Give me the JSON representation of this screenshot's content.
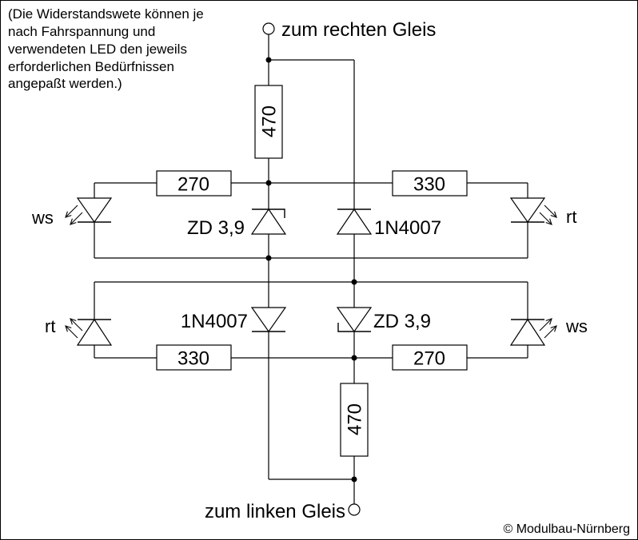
{
  "note": {
    "lines": [
      "(Die Widerstandswete können je",
      "nach Fahrspannung und",
      "verwendeten LED den jeweils",
      "erforderlichen Bedürfnissen",
      "angepaßt werden.)"
    ]
  },
  "terminals": {
    "right_track": "zum rechten Gleis",
    "left_track": "zum linken Gleis"
  },
  "upper_circuit": {
    "resistor_series": "470",
    "resistor_left": "270",
    "resistor_right": "330",
    "zener": "ZD 3,9",
    "diode": "1N4007",
    "led_left": "ws",
    "led_right": "rt"
  },
  "lower_circuit": {
    "resistor_series": "470",
    "resistor_left": "330",
    "resistor_right": "270",
    "zener": "ZD 3,9",
    "diode": "1N4007",
    "led_left": "rt",
    "led_right": "ws"
  },
  "copyright": "© Modulbau-Nürnberg"
}
